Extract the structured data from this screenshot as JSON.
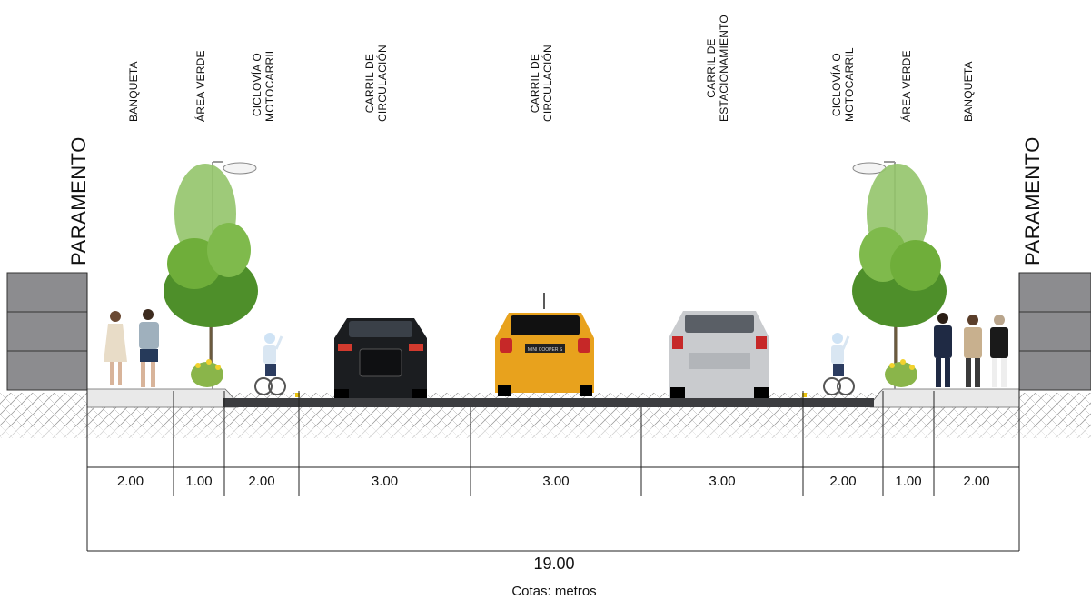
{
  "left_wall_label": "PARAMENTO",
  "right_wall_label": "PARAMENTO",
  "zones": [
    {
      "lines": [
        "BANQUETA"
      ],
      "width": "2.00"
    },
    {
      "lines": [
        "ÁREA VERDE"
      ],
      "width": "1.00"
    },
    {
      "lines": [
        "CICLOVÍA O",
        "MOTOCARRIL"
      ],
      "width": "2.00"
    },
    {
      "lines": [
        "CARRIL DE",
        "CIRCULACIÓN"
      ],
      "width": "3.00"
    },
    {
      "lines": [
        "CARRIL DE",
        "CIRCULACIÓN"
      ],
      "width": "3.00"
    },
    {
      "lines": [
        "CARRIL DE",
        "ESTACIONAMIENTO"
      ],
      "width": "3.00"
    },
    {
      "lines": [
        "CICLOVÍA O",
        "MOTOCARRIL"
      ],
      "width": "2.00"
    },
    {
      "lines": [
        "ÁREA VERDE"
      ],
      "width": "1.00"
    },
    {
      "lines": [
        "BANQUETA"
      ],
      "width": "2.00"
    }
  ],
  "total_width": "19.00",
  "units_note": "Cotas: metros",
  "car_badge_text": "MINI COOPER S",
  "colors": {
    "asphalt": "#3c3d40",
    "wall": "#8c8c8f",
    "tree": "#6fae3a",
    "mini": "#e8a21d",
    "suv_dark": "#1b1d20",
    "suv_silver": "#c9cbce"
  }
}
